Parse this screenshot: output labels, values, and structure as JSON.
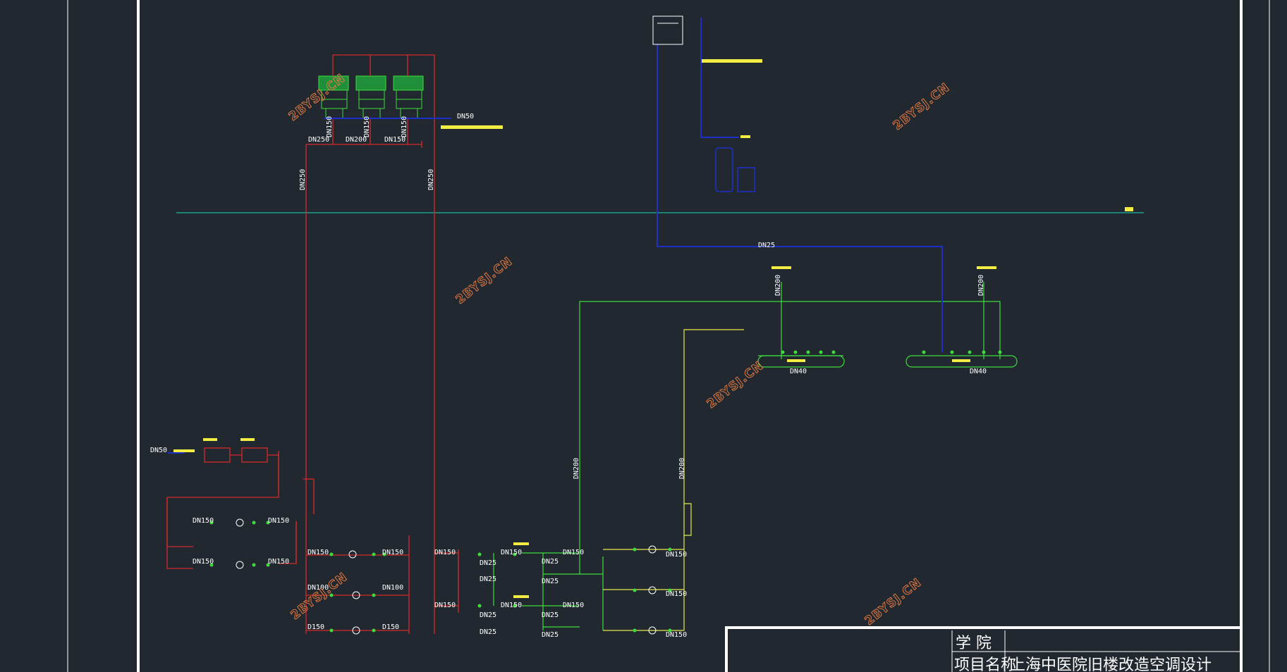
{
  "title_block": {
    "college_label": "学  院",
    "project_label": "项目名称",
    "project_name": "上海中医院旧楼改造空调设计"
  },
  "watermark": "2BYSJ.CN",
  "pipe_labels": {
    "dn250": "DN250",
    "dn200": "DN200",
    "dn150": "DN150",
    "dn50": "DN50",
    "dn25": "DN25",
    "dn40": "DN40",
    "dn100": "DN100",
    "d150": "D150"
  },
  "colors": {
    "background": "#212830",
    "condenser_water": "#d42a2a",
    "chilled_water": "#3ddc3d",
    "makeup_water": "#1e2fc8",
    "return_water": "#e8e84a",
    "ground_line": "#19b6a0",
    "annotation": "#f2ec43",
    "frame": "#ffffff"
  }
}
